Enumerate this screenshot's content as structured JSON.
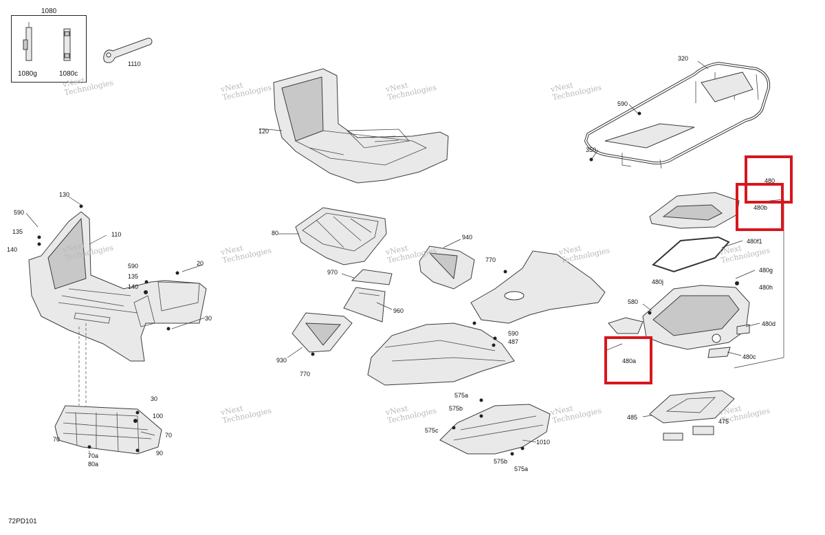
{
  "diagram_code": "72PD101",
  "watermark_lines": [
    "vNext",
    "Technologies"
  ],
  "highlight_color": "#d6171d",
  "labels": {
    "l1080": "1080",
    "l1080g": "1080g",
    "l1080c": "1080c",
    "l1110": "1110",
    "l120": "120",
    "l320": "320",
    "l590a": "590",
    "l350": "350",
    "l130": "130",
    "l590b": "590",
    "l135a": "135",
    "l140a": "140",
    "l110": "110",
    "l590c": "590",
    "l135b": "135",
    "l140b": "140",
    "l20": "20",
    "l30a": "30",
    "l80": "80",
    "l940": "940",
    "l770a": "770",
    "l970": "970",
    "l960": "960",
    "l930": "930",
    "l770b": "770",
    "l590d": "590",
    "l487": "487",
    "l480": "480",
    "l480b": "480b",
    "l480f1": "480f1",
    "l480g": "480g",
    "l480j": "480j",
    "l480h": "480h",
    "l580": "580",
    "l480d": "480d",
    "l480c": "480c",
    "l480a": "480a",
    "l30b": "30",
    "l100": "100",
    "l70a": "70",
    "l70b": "70",
    "l90": "90",
    "l70a2": "70a",
    "l80a": "80a",
    "l575a1": "575a",
    "l575b1": "575b",
    "l575c": "575c",
    "l1010": "1010",
    "l575b2": "575b",
    "l575a2": "575a",
    "l485": "485",
    "l475": "475"
  }
}
